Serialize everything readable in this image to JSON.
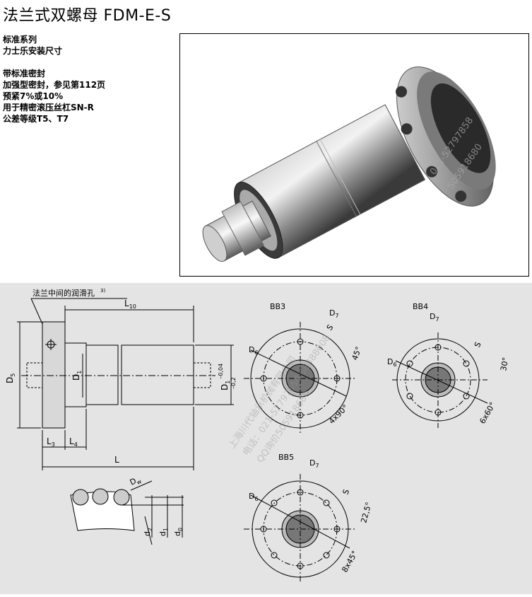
{
  "title": "法兰式双螺母 FDM-E-S",
  "specs": {
    "series": "标准系列",
    "mounting": "力士乐安装尺寸",
    "seal": "带标准密封",
    "reinforced_seal": "加强型密封，参见第112页",
    "preload": "预紧7%或10%",
    "usage": "用于精密滚压丝杠SN-R",
    "tolerance": "公差等级T5、T7"
  },
  "watermark": {
    "company": "上海川代轴承机械有限公司",
    "phone": "电话：021-52797858 58488008",
    "qq": "QQ询价505918680",
    "phone_short": "021-52797858",
    "qq_number": "505918680"
  },
  "drawing": {
    "lube_hole_label": "法兰中间的润滑孔",
    "lube_hole_note": "3)",
    "L10": {
      "main": "L",
      "sub": "10"
    },
    "L3": {
      "main": "L",
      "sub": "3"
    },
    "L4": {
      "main": "L",
      "sub": "4"
    },
    "L": "L",
    "D5": {
      "main": "D",
      "sub": "5"
    },
    "D1_inner": {
      "main": "D",
      "sub": "1"
    },
    "D1_tol": {
      "main": "D",
      "sub": "1",
      "upper": "–0,04",
      "lower": "–0,2"
    },
    "Dw": {
      "main": "D",
      "sub": "w"
    },
    "d2": {
      "main": "d",
      "sub": "2"
    },
    "d1": {
      "main": "d",
      "sub": "1"
    },
    "d0": {
      "main": "d",
      "sub": "0"
    },
    "bb3": {
      "label": "BB3",
      "d7": {
        "main": "D",
        "sub": "7"
      },
      "d6": {
        "main": "D",
        "sub": "6"
      },
      "s": "S",
      "angle": "45°",
      "holes": "4x90°"
    },
    "bb4": {
      "label": "BB4",
      "d7": {
        "main": "D",
        "sub": "7"
      },
      "d6": {
        "main": "D",
        "sub": "6"
      },
      "s": "S",
      "angle": "30°",
      "holes": "6x60°"
    },
    "bb5": {
      "label": "BB5",
      "d7": {
        "main": "D",
        "sub": "7"
      },
      "d6": {
        "main": "D",
        "sub": "6"
      },
      "s": "S",
      "angle": "22,5°",
      "holes": "8x45°"
    }
  }
}
